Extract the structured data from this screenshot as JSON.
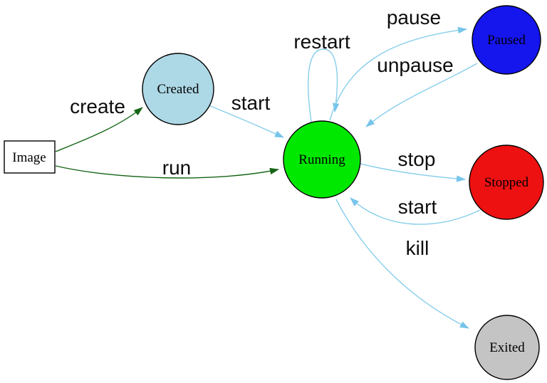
{
  "diagram": {
    "type": "state-diagram",
    "description_hint": "container lifecycle states"
  },
  "palette": {
    "background": "#ffffff",
    "edge_blue": "#87ceeb",
    "edge_blue_arrowhead": "#76c4ea",
    "edge_green": "#146414",
    "node_border": "#000000",
    "image_box_border": "#2222dd"
  },
  "nodes": [
    {
      "id": "image",
      "label": "Image",
      "shape": "box",
      "fill": "#ffffff",
      "border": "#2222dd"
    },
    {
      "id": "created",
      "label": "Created",
      "shape": "circle",
      "fill": "#add8e6"
    },
    {
      "id": "running",
      "label": "Running",
      "shape": "circle",
      "fill": "#00e800"
    },
    {
      "id": "paused",
      "label": "Paused",
      "shape": "circle",
      "fill": "#1515ee"
    },
    {
      "id": "stopped",
      "label": "Stopped",
      "shape": "circle",
      "fill": "#ee1111"
    },
    {
      "id": "exited",
      "label": "Exited",
      "shape": "circle",
      "fill": "#c4c4c4"
    }
  ],
  "edges": [
    {
      "label": "create",
      "from": "Image",
      "to": "Created",
      "color": "#146414"
    },
    {
      "label": "run",
      "from": "Image",
      "to": "Running",
      "color": "#146414"
    },
    {
      "label": "start",
      "from": "Created",
      "to": "Running",
      "color": "#87ceeb"
    },
    {
      "label": "restart",
      "from": "Running",
      "to": "Running",
      "color": "#87ceeb"
    },
    {
      "label": "pause",
      "from": "Running",
      "to": "Paused",
      "color": "#87ceeb"
    },
    {
      "label": "unpause",
      "from": "Paused",
      "to": "Running",
      "color": "#87ceeb"
    },
    {
      "label": "stop",
      "from": "Running",
      "to": "Stopped",
      "color": "#87ceeb"
    },
    {
      "label": "start",
      "from": "Stopped",
      "to": "Running",
      "color": "#87ceeb"
    },
    {
      "label": "kill",
      "from": "Running",
      "to": "Exited",
      "color": "#87ceeb"
    }
  ]
}
